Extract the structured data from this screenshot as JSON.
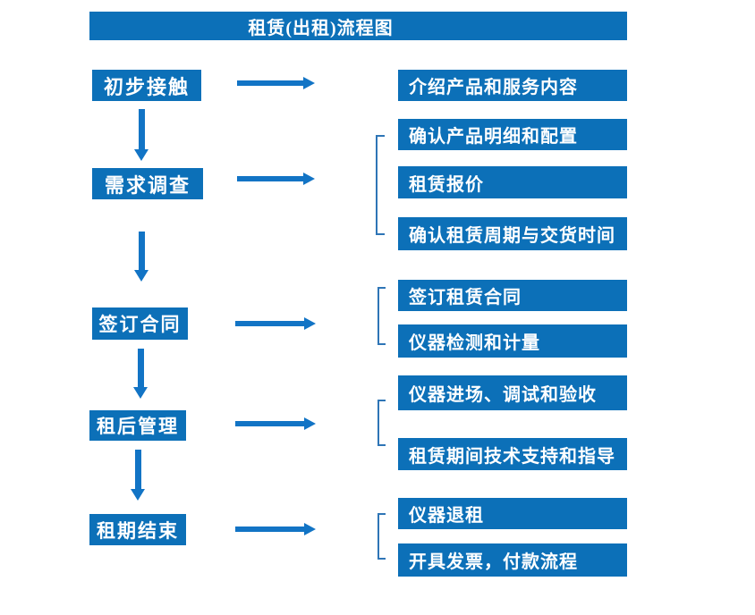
{
  "title": "租赁(出租)流程图",
  "colors": {
    "box_fill": "#0c70b8",
    "arrow_fill": "#1274c5",
    "bracket_stroke": "#2e75b6",
    "text": "#ffffff",
    "background": "#ffffff"
  },
  "steps": [
    {
      "label": "初步接触",
      "details": [
        "介绍产品和服务内容"
      ]
    },
    {
      "label": "需求调查",
      "details": [
        "确认产品明细和配置",
        "租赁报价",
        "确认租赁周期与交货时间"
      ]
    },
    {
      "label": "签订合同",
      "details": [
        "签订租赁合同",
        "仪器检测和计量"
      ]
    },
    {
      "label": "租后管理",
      "details": [
        "仪器进场、调试和验收",
        "租赁期间技术支持和指导"
      ]
    },
    {
      "label": "租期结束",
      "details": [
        "仪器退租",
        "开具发票，付款流程"
      ]
    }
  ]
}
